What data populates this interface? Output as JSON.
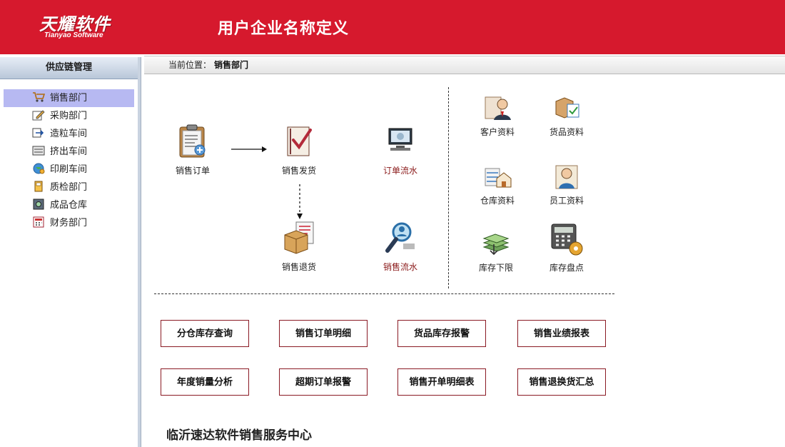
{
  "header": {
    "logo_main": "天耀软件",
    "logo_sub": "Tianyao Software",
    "title": "用户企业名称定义",
    "color": "#d6192d"
  },
  "sidebar": {
    "title": "供应链管理",
    "items": [
      {
        "label": "销售部门",
        "icon": "cart-icon",
        "active": true
      },
      {
        "label": "采购部门",
        "icon": "pen-icon",
        "active": false
      },
      {
        "label": "造粒车间",
        "icon": "arrow-box-icon",
        "active": false
      },
      {
        "label": "挤出车间",
        "icon": "drawer-icon",
        "active": false
      },
      {
        "label": "印刷车间",
        "icon": "globe-icon",
        "active": false
      },
      {
        "label": "质检部门",
        "icon": "tag-icon",
        "active": false
      },
      {
        "label": "成品仓库",
        "icon": "safe-icon",
        "active": false
      },
      {
        "label": "财务部门",
        "icon": "calculator-icon",
        "active": false
      }
    ]
  },
  "breadcrumb": {
    "prefix": "当前位置：",
    "current": "销售部门"
  },
  "flow": {
    "sales_order": "销售订单",
    "sales_delivery": "销售发货",
    "order_flow": "订单流水",
    "sales_return": "销售退货",
    "sales_flow": "销售流水"
  },
  "resources": {
    "customer": "客户资料",
    "goods": "货品资料",
    "warehouse": "仓库资料",
    "employee": "员工资料",
    "stock_min": "库存下限",
    "stock_count": "库存盘点"
  },
  "quick_buttons": [
    "分仓库存查询",
    "销售订单明细",
    "货品库存报警",
    "销售业绩报表",
    "年度销量分析",
    "超期订单报警",
    "销售开单明细表",
    "销售退换货汇总"
  ],
  "footer": {
    "text": "临沂速达软件销售服务中心"
  }
}
